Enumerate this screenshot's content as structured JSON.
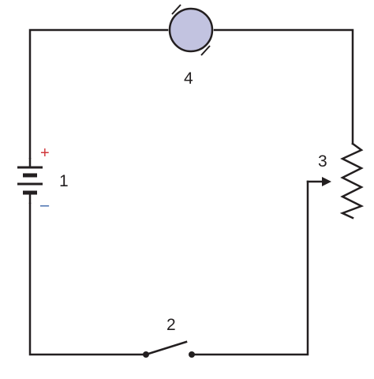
{
  "components": {
    "bulb_label": "4",
    "battery_label": "1",
    "switch_label": "2",
    "rheostat_label": "3",
    "battery_plus": "+",
    "battery_minus": "–"
  },
  "colors": {
    "wire": "#231f20",
    "bulb_fill": "#c2c3e0",
    "plus": "#d0363a",
    "minus": "#3a65a8"
  }
}
